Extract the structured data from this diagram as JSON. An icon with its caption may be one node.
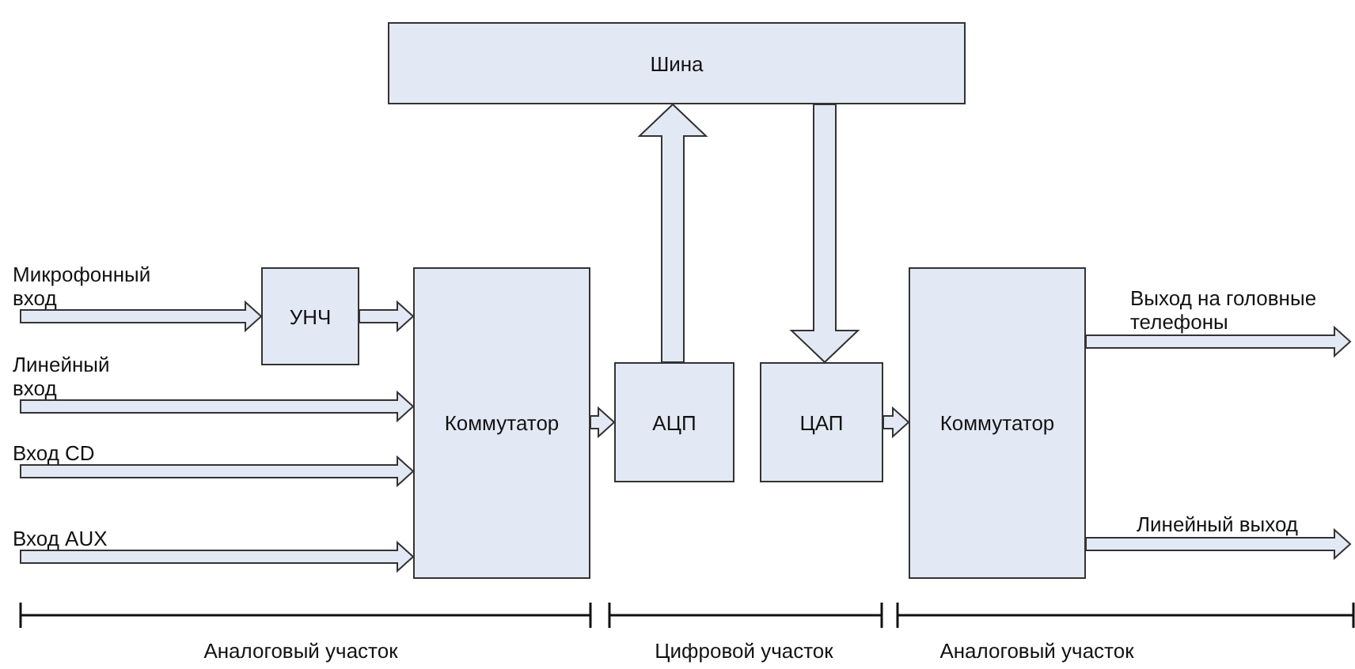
{
  "diagram": {
    "nodes": [
      {
        "text": [
          "Шина"
        ]
      },
      {
        "text": [
          "УНЧ"
        ]
      },
      {
        "text": [
          "Коммутатор"
        ]
      },
      {
        "text": [
          "АЦП"
        ]
      },
      {
        "text": [
          "ЦАП"
        ]
      },
      {
        "text": [
          "Коммутатор"
        ]
      },
      {
        "text": [
          "Микрофонный вход"
        ]
      },
      {
        "text": [
          "Линейный вход"
        ]
      },
      {
        "text": [
          "Вход CD"
        ]
      },
      {
        "text": [
          "Вход AUX"
        ]
      }
    ],
    "edges": [
      {
        "from": 6,
        "to": 1,
        "arrow": "to"
      },
      {
        "from": 1,
        "to": 2,
        "arrow": "to"
      },
      {
        "from": 7,
        "to": 2,
        "arrow": "to"
      },
      {
        "from": 8,
        "to": 2,
        "arrow": "to"
      },
      {
        "from": 9,
        "to": 2,
        "arrow": "to"
      },
      {
        "from": 2,
        "to": 3,
        "arrow": "to"
      },
      {
        "from": 3,
        "to": 0,
        "arrow": "to"
      },
      {
        "from": 0,
        "to": 4,
        "arrow": "to"
      },
      {
        "from": 4,
        "to": 5,
        "arrow": "to"
      },
      {
        "from": 5,
        "to": null,
        "arrow": "to",
        "label": "Выход на головные телефоны"
      },
      {
        "from": 5,
        "to": null,
        "arrow": "to",
        "label": "Линейный выход"
      }
    ],
    "labels": [
      "Аналоговый участок",
      "Цифровой участок",
      "Аналоговый участок"
    ]
  }
}
